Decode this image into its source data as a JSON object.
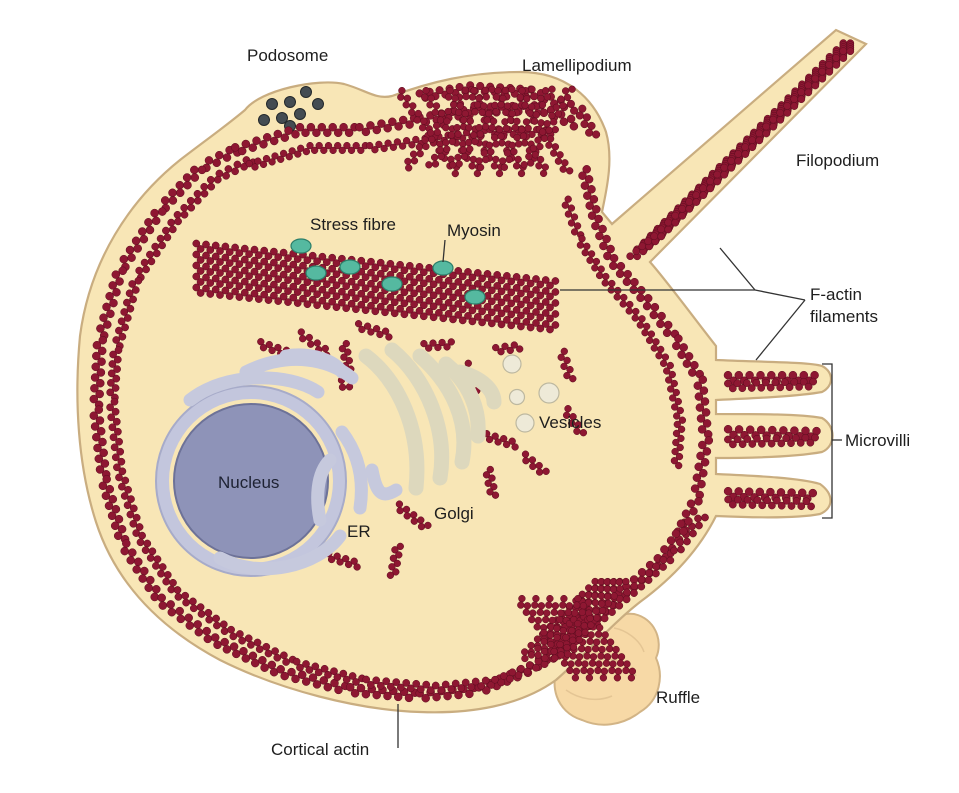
{
  "labels": {
    "podosome": "Podosome",
    "lamellipodium": "Lamellipodium",
    "filopodium": "Filopodium",
    "stress_fibre": "Stress fibre",
    "myosin": "Myosin",
    "f_actin_line1": "F-actin",
    "f_actin_line2": "filaments",
    "vesicles": "Vesicles",
    "microvilli": "Microvilli",
    "nucleus": "Nucleus",
    "er": "ER",
    "golgi": "Golgi",
    "ruffle": "Ruffle",
    "cortical_actin": "Cortical actin"
  },
  "colors": {
    "cytoplasm": "#f8e6b6",
    "membrane": "#d6b98a",
    "actin": "#8e1732",
    "actin_dark": "#5a0c1e",
    "myosin": "#55b9a0",
    "nucleus": "#8e93b8",
    "nuclear_envelope": "#c3c6dd",
    "er": "#c6c9dd",
    "golgi": "#ddd8bd",
    "vesicle": "#eeead8",
    "ruffle": "#f7d9a6",
    "podosome_core": "#444c52"
  }
}
